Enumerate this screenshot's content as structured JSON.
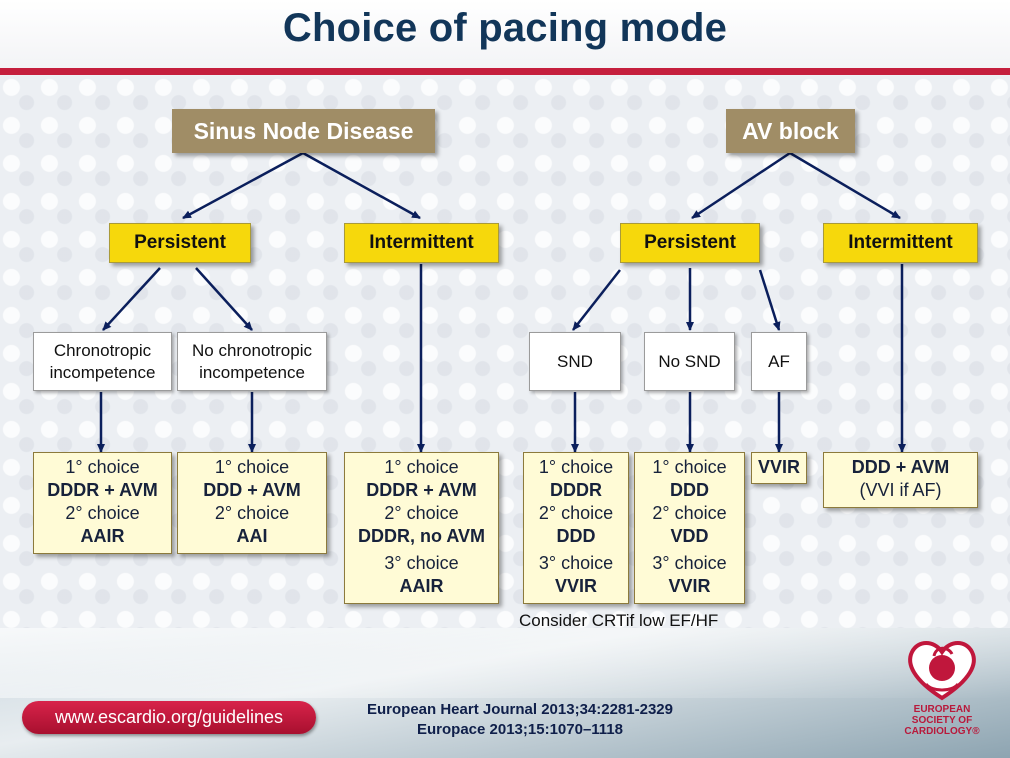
{
  "title": "Choice of pacing mode",
  "diseases": {
    "snd": "Sinus Node Disease",
    "avb": "AV block"
  },
  "categories": {
    "snd_persistent": "Persistent",
    "snd_intermittent": "Intermittent",
    "avb_persistent": "Persistent",
    "avb_intermittent": "Intermittent"
  },
  "conditions": {
    "chrono": [
      "Chronotropic",
      "incompetence"
    ],
    "no_chrono": [
      "No chronotropic",
      "incompetence"
    ],
    "snd": "SND",
    "no_snd": "No SND",
    "af": "AF"
  },
  "recommendations": {
    "chrono": [
      {
        "label": "1° choice",
        "mode": "DDDR + AVM"
      },
      {
        "label": "2° choice",
        "mode": "AAIR"
      }
    ],
    "no_chrono": [
      {
        "label": "1° choice",
        "mode": "DDD + AVM"
      },
      {
        "label": "2° choice",
        "mode": "AAI"
      }
    ],
    "snd_intermittent": [
      {
        "label": "1° choice",
        "mode": "DDDR + AVM"
      },
      {
        "label": "2° choice",
        "mode": "DDDR, no AVM"
      },
      {
        "label": "3° choice",
        "mode": "AAIR"
      }
    ],
    "avb_snd": [
      {
        "label": "1° choice",
        "mode": "DDDR"
      },
      {
        "label": "2° choice",
        "mode": "DDD"
      },
      {
        "label": "3° choice",
        "mode": "VVIR"
      }
    ],
    "avb_no_snd": [
      {
        "label": "1° choice",
        "mode": "DDD"
      },
      {
        "label": "2° choice",
        "mode": "VDD"
      },
      {
        "label": "3° choice",
        "mode": "VVIR"
      }
    ],
    "avb_af": "VVIR",
    "avb_intermittent": {
      "mode": "DDD + AVM",
      "note": "(VVI if AF)"
    }
  },
  "crt_note": "Consider CRTif low EF/HF",
  "footer": {
    "url": "www.escardio.org/guidelines",
    "citations": [
      "European Heart Journal 2013;34:2281-2329",
      "Europace 2013;15:1070–1118"
    ],
    "logo_text": [
      "EUROPEAN",
      "SOCIETY OF",
      "CARDIOLOGY®"
    ]
  },
  "colors": {
    "title": "#123659",
    "accent_red": "#c51f3d",
    "disease_box": "#a08d66",
    "category_box": "#f6d80c",
    "recommendation_box": "#fffbd6",
    "arrow": "#0b1f5c"
  }
}
